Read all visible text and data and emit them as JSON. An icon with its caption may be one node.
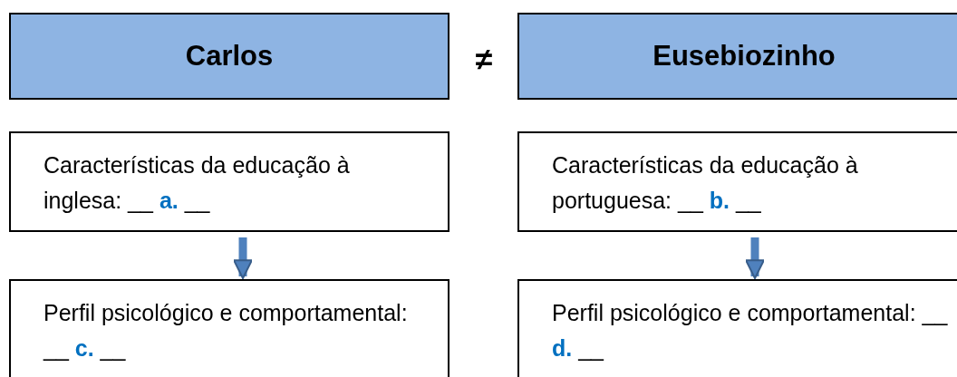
{
  "diagram": {
    "nodes": [
      {
        "text": [
          "Carlos"
        ]
      },
      {
        "text": [
          "Eusebiozinho"
        ]
      },
      {
        "text": [
          "Características da educação à inglesa: __ **a.** __"
        ]
      },
      {
        "text": [
          "Características da educação à portuguesa: __ **b.** __"
        ]
      },
      {
        "text": [
          "Perfil psicológico e comportamental: __ **c.** __"
        ]
      },
      {
        "text": [
          "Perfil psicológico e comportamental: __ **d.** __"
        ]
      }
    ],
    "edges": [
      {
        "from": 2,
        "to": 4,
        "arrow": "to"
      },
      {
        "from": 3,
        "to": 5,
        "arrow": "to"
      }
    ],
    "labels": [
      "≠"
    ]
  }
}
